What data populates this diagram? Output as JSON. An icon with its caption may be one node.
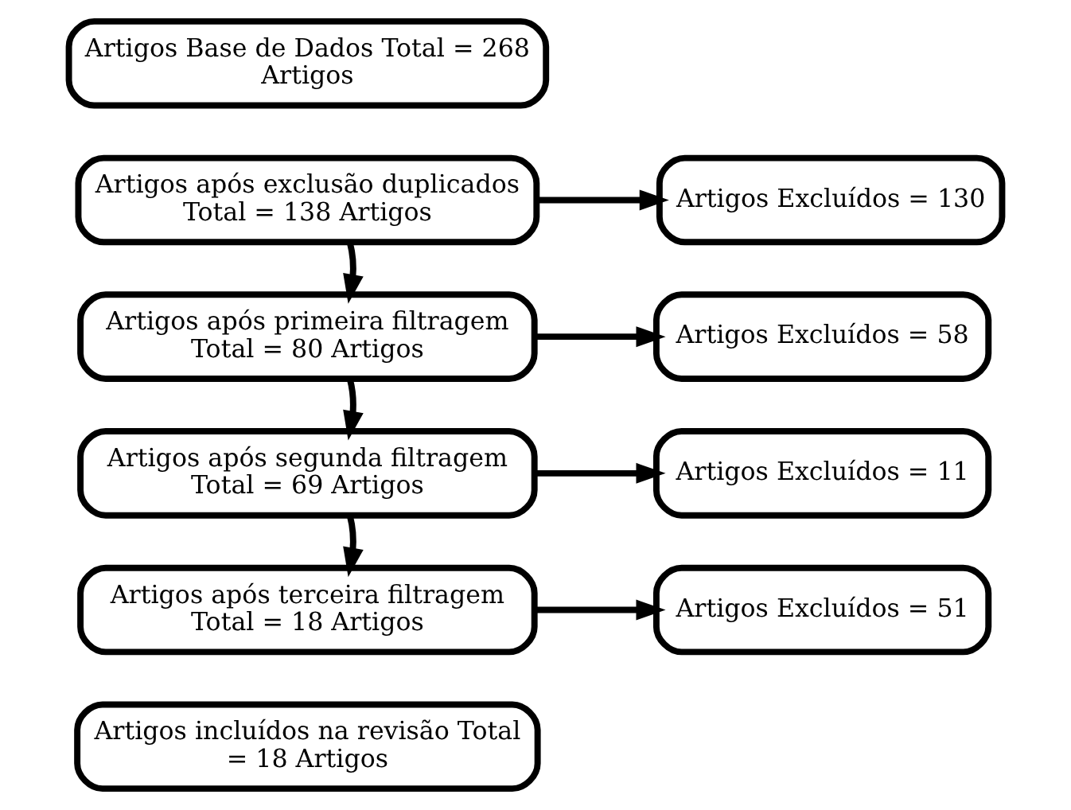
{
  "diagram": {
    "nodes": [
      {
        "text": [
          "Artigos Base de Dados Total = 268 Artigos"
        ]
      },
      {
        "text": [
          "Artigos após exclusão duplicados Total = 138 Artigos"
        ]
      },
      {
        "text": [
          "Artigos Excluídos = 130"
        ]
      },
      {
        "text": [
          "Artigos após primeira filtragem Total = 80 Artigos"
        ]
      },
      {
        "text": [
          "Artigos Excluídos = 58"
        ]
      },
      {
        "text": [
          "Artigos após segunda filtragem Total = 69 Artigos"
        ]
      },
      {
        "text": [
          "Artigos Excluídos = 11"
        ]
      },
      {
        "text": [
          "Artigos após terceira filtragem Total = 18 Artigos"
        ]
      },
      {
        "text": [
          "Artigos Excluídos = 51"
        ]
      },
      {
        "text": [
          "Artigos incluídos na revisão Total = 18 Artigos"
        ]
      }
    ],
    "edges": [
      {
        "from": 1,
        "to": 2,
        "arrow": "to"
      },
      {
        "from": 1,
        "to": 3,
        "arrow": "to"
      },
      {
        "from": 3,
        "to": 4,
        "arrow": "to"
      },
      {
        "from": 3,
        "to": 5,
        "arrow": "to"
      },
      {
        "from": 5,
        "to": 6,
        "arrow": "to"
      },
      {
        "from": 5,
        "to": 7,
        "arrow": "to"
      },
      {
        "from": 7,
        "to": 8,
        "arrow": "to"
      }
    ]
  }
}
